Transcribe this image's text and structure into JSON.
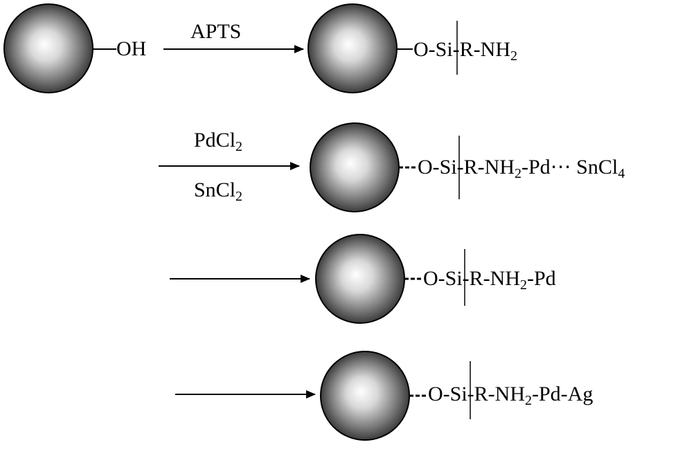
{
  "steps": [
    {
      "start_group": "OH",
      "reagent_top": "APTS",
      "product": {
        "pre": "O-Si-R-NH",
        "sub": "2",
        "post": ""
      }
    },
    {
      "reagent_top": {
        "main": "PdCl",
        "sub": "2"
      },
      "reagent_bottom": {
        "main": "SnCl",
        "sub": "2"
      },
      "product": {
        "pre": "O-Si-R-NH",
        "sub": "2",
        "post": "-Pd⋯ SnCl",
        "sub2": "4"
      }
    },
    {
      "product": {
        "pre": "O-Si-R-NH",
        "sub": "2",
        "post": "-Pd"
      }
    },
    {
      "product": {
        "pre": "O-Si-R-NH",
        "sub": "2",
        "post": "-Pd-Ag"
      }
    }
  ],
  "colors": {
    "particle_light": "#ffffff",
    "particle_dark": "#3c3c3c",
    "line": "#000000"
  }
}
